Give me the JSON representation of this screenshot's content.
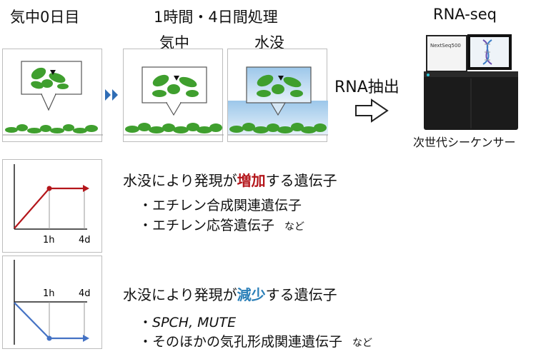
{
  "stages": {
    "day0_label": "気中0日目",
    "treatment_label": "1時間・4日間処理",
    "air_label": "気中",
    "submerged_label": "水没",
    "rna_extract_label": "RNA抽出",
    "rnaseq_label": "RNA-seq",
    "sequencer_label": "次世代シーケンサー",
    "sequencer_model": "NextSeq500"
  },
  "increase": {
    "title_prefix": "水没により発現が",
    "title_emph": "増加",
    "title_suffix": "する遺伝子",
    "items": [
      "・エチレン合成関連遺伝子",
      "・エチレン応答遺伝子"
    ],
    "etc": "など",
    "tick_1h": "1h",
    "tick_4d": "4d"
  },
  "decrease": {
    "title_prefix": "水没により発現が",
    "title_emph": "減少",
    "title_suffix": "する遺伝子",
    "bullet": "・",
    "item1": "SPCH, MUTE",
    "item2": "・そのほかの気孔形成関連遺伝子",
    "etc": "など",
    "tick_1h": "1h",
    "tick_4d": "4d"
  },
  "colors": {
    "increase": "#b4161b",
    "decrease": "#4472c4",
    "water": "#bcd9f0",
    "plant": "#3f9f2e"
  }
}
